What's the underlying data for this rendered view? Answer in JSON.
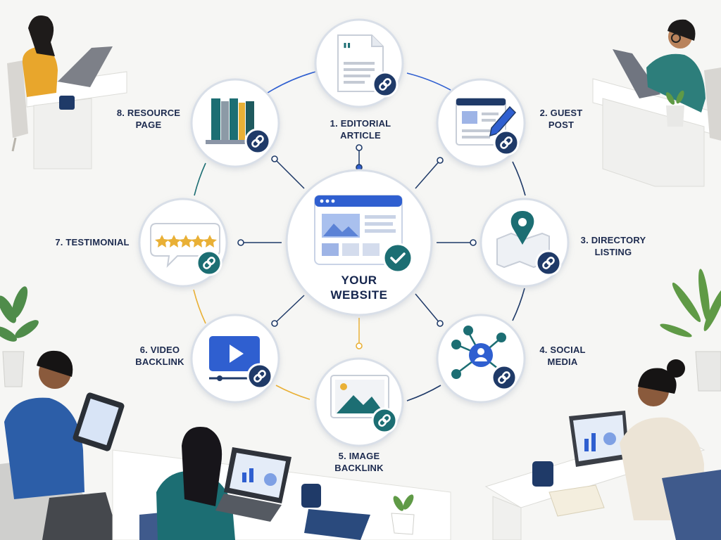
{
  "center": {
    "line1": "YOUR",
    "line2": "WEBSITE"
  },
  "nodes": [
    {
      "id": "editorial-article",
      "line1": "1. EDITORIAL",
      "line2": "ARTICLE",
      "icon": "quote-document-icon"
    },
    {
      "id": "guest-post",
      "line1": "2. GUEST",
      "line2": "POST",
      "icon": "browser-pen-icon"
    },
    {
      "id": "directory-listing",
      "line1": "3. DIRECTORY",
      "line2": "LISTING",
      "icon": "map-pin-icon"
    },
    {
      "id": "social-media",
      "line1": "4. SOCIAL",
      "line2": "MEDIA",
      "icon": "social-network-icon"
    },
    {
      "id": "image-backlink",
      "line1": "5. IMAGE",
      "line2": "BACKLINK",
      "icon": "image-icon"
    },
    {
      "id": "video-backlink",
      "line1": "6. VIDEO",
      "line2": "BACKLINK",
      "icon": "video-play-icon"
    },
    {
      "id": "testimonial",
      "line1": "7. TESTIMONIAL",
      "line2": "",
      "icon": "star-review-icon"
    },
    {
      "id": "resource-page",
      "line1": "8. RESOURCE",
      "line2": "PAGE",
      "icon": "books-icon"
    }
  ],
  "colors": {
    "navy": "#1f3a68",
    "teal": "#1c6e73",
    "blue": "#2f5fd0",
    "gold": "#e9b036",
    "ring": "#d9dfe8"
  }
}
